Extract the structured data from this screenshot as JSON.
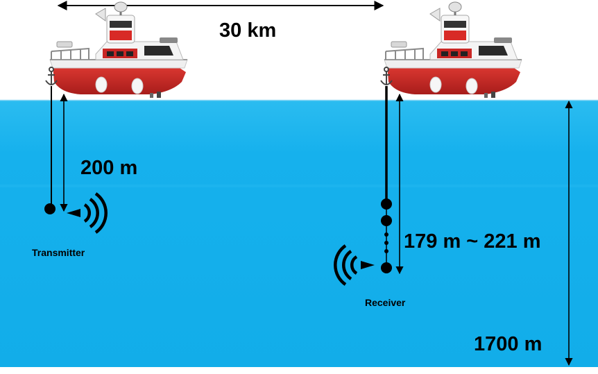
{
  "labels": {
    "distance": "30 km",
    "tx_depth": "200 m",
    "rx_depth": "179 m ~ 221 m",
    "water_depth": "1700 m",
    "transmitter": "Transmitter",
    "receiver": "Receiver"
  },
  "colors": {
    "water": "#14b0ec",
    "water_top": "#33c1f2",
    "surface_line": "#8ad7f5",
    "hull": "#d42a26",
    "hull_dark": "#9d1c1a",
    "deck": "#f3f3f3",
    "line": "#000000"
  }
}
